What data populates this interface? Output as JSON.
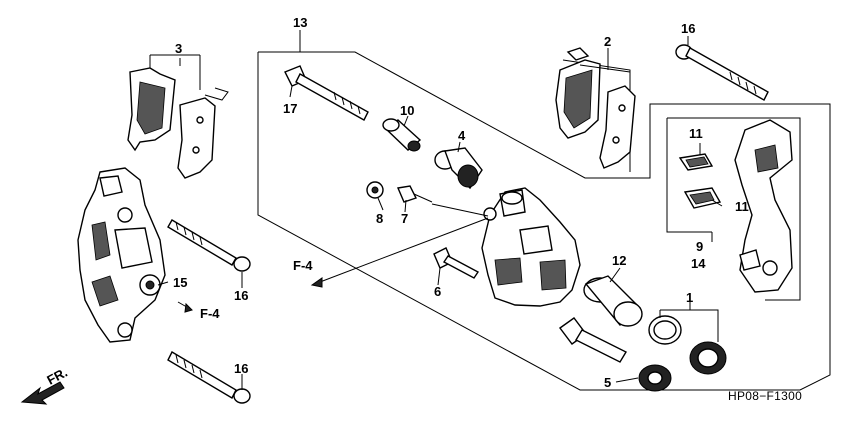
{
  "diagram": {
    "labels": {
      "c1": "1",
      "c2": "2",
      "c3": "3",
      "c4": "4",
      "c5": "5",
      "c6": "6",
      "c7": "7",
      "c8": "8",
      "c9": "9",
      "c10": "10",
      "c11a": "11",
      "c11b": "11",
      "c12": "12",
      "c13": "13",
      "c14": "14",
      "c15": "15",
      "c16a": "16",
      "c16b": "16",
      "c16c": "16",
      "c17": "17"
    },
    "refs": {
      "f4a": "F-4",
      "f4b": "F-4",
      "fr": "FR."
    },
    "code": "HP08−F1300"
  }
}
